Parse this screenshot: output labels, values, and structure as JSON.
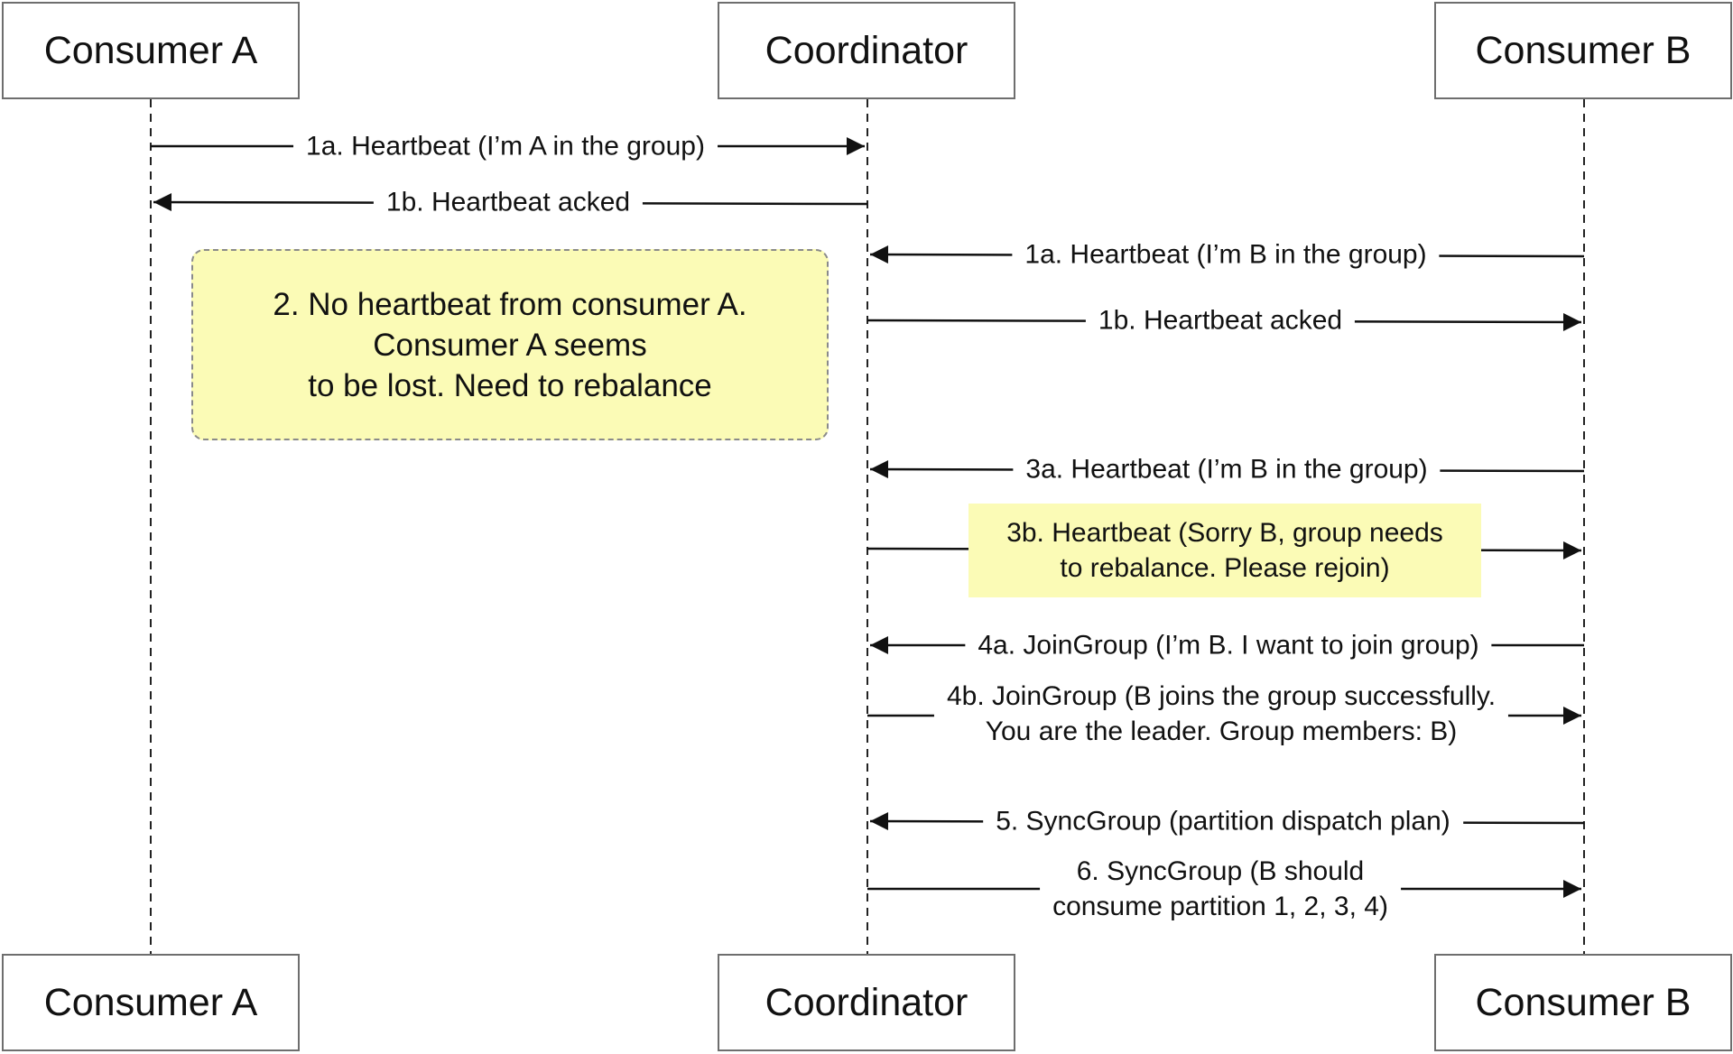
{
  "participants": {
    "consumer_a": "Consumer A",
    "coordinator": "Coordinator",
    "consumer_b": "Consumer B"
  },
  "note": {
    "lines": [
      "2. No heartbeat from consumer A.",
      "Consumer A seems",
      "to be lost. Need to rebalance"
    ],
    "fill_color": "#fbfbb6"
  },
  "messages": {
    "m1a_a": {
      "lines": [
        "1a. Heartbeat (I’m A in the group)"
      ],
      "from": "Consumer A",
      "to": "Coordinator"
    },
    "m1b_a": {
      "lines": [
        "1b. Heartbeat acked"
      ],
      "from": "Coordinator",
      "to": "Consumer A"
    },
    "m1a_b": {
      "lines": [
        "1a. Heartbeat (I’m B in the group)"
      ],
      "from": "Consumer B",
      "to": "Coordinator"
    },
    "m1b_b": {
      "lines": [
        "1b. Heartbeat acked"
      ],
      "from": "Coordinator",
      "to": "Consumer B"
    },
    "m3a": {
      "lines": [
        "3a. Heartbeat (I’m B in the group)"
      ],
      "from": "Consumer B",
      "to": "Coordinator"
    },
    "m3b": {
      "lines": [
        "3b. Heartbeat (Sorry B, group needs",
        "to rebalance. Please rejoin)"
      ],
      "from": "Coordinator",
      "to": "Consumer B",
      "highlight_color": "#fbfbb6"
    },
    "m4a": {
      "lines": [
        "4a. JoinGroup (I’m B. I want to join group)"
      ],
      "from": "Consumer B",
      "to": "Coordinator"
    },
    "m4b": {
      "lines": [
        "4b. JoinGroup (B joins the group successfully.",
        "You are the leader. Group members: B)"
      ],
      "from": "Coordinator",
      "to": "Consumer B"
    },
    "m5": {
      "lines": [
        "5. SyncGroup (partition dispatch plan)"
      ],
      "from": "Consumer B",
      "to": "Coordinator"
    },
    "m6": {
      "lines": [
        "6. SyncGroup (B should",
        "consume partition 1, 2, 3, 4)"
      ],
      "from": "Coordinator",
      "to": "Consumer B"
    }
  }
}
